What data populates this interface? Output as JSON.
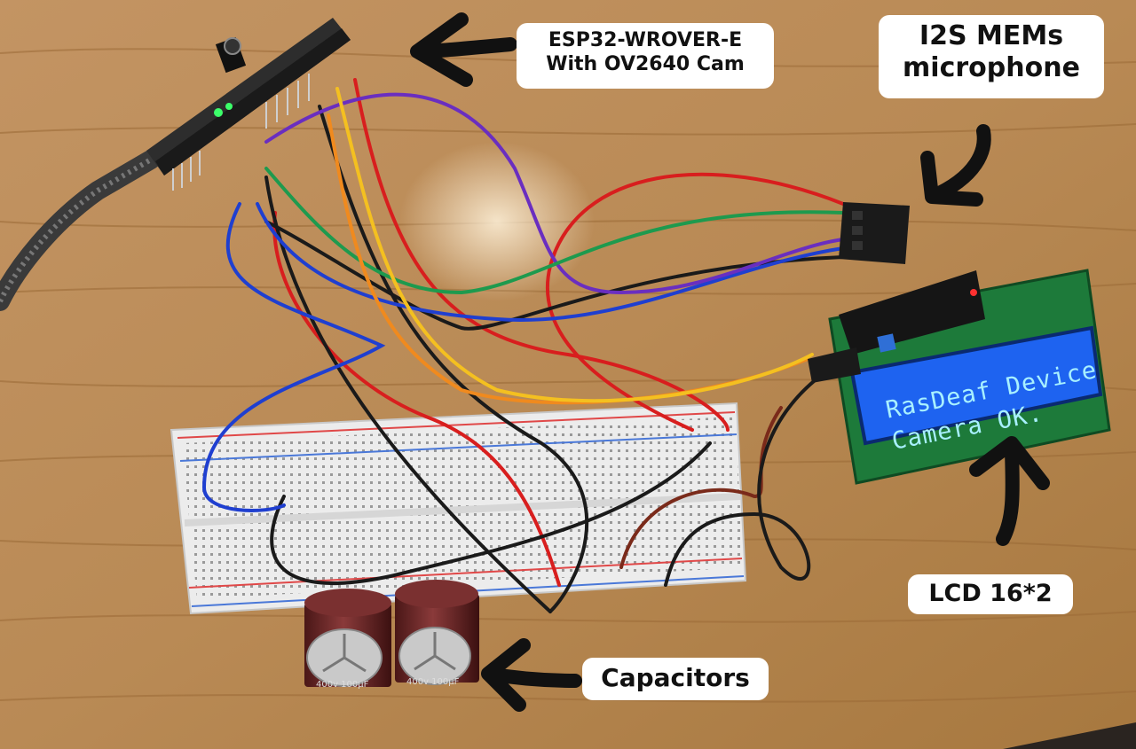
{
  "labels": {
    "esp32": {
      "line1": "ESP32-WROVER-E",
      "line2": "With OV2640 Cam"
    },
    "microphone": {
      "line1": "I2S MEMs",
      "line2": "microphone"
    },
    "lcd": "LCD 16*2",
    "capacitors": "Capacitors"
  },
  "lcd_screen": {
    "line1": "RasDeaf Device",
    "line2": "Camera OK."
  },
  "capacitor_markings": [
    "400v 100μF",
    "400v 100μF"
  ],
  "colors": {
    "table_wood": "#b98a55",
    "lcd_backlight": "#1e63f0",
    "lcd_pcb": "#1d7a3a",
    "breadboard": "#ececec",
    "capacitor_sleeve": "#6e2a2a"
  }
}
